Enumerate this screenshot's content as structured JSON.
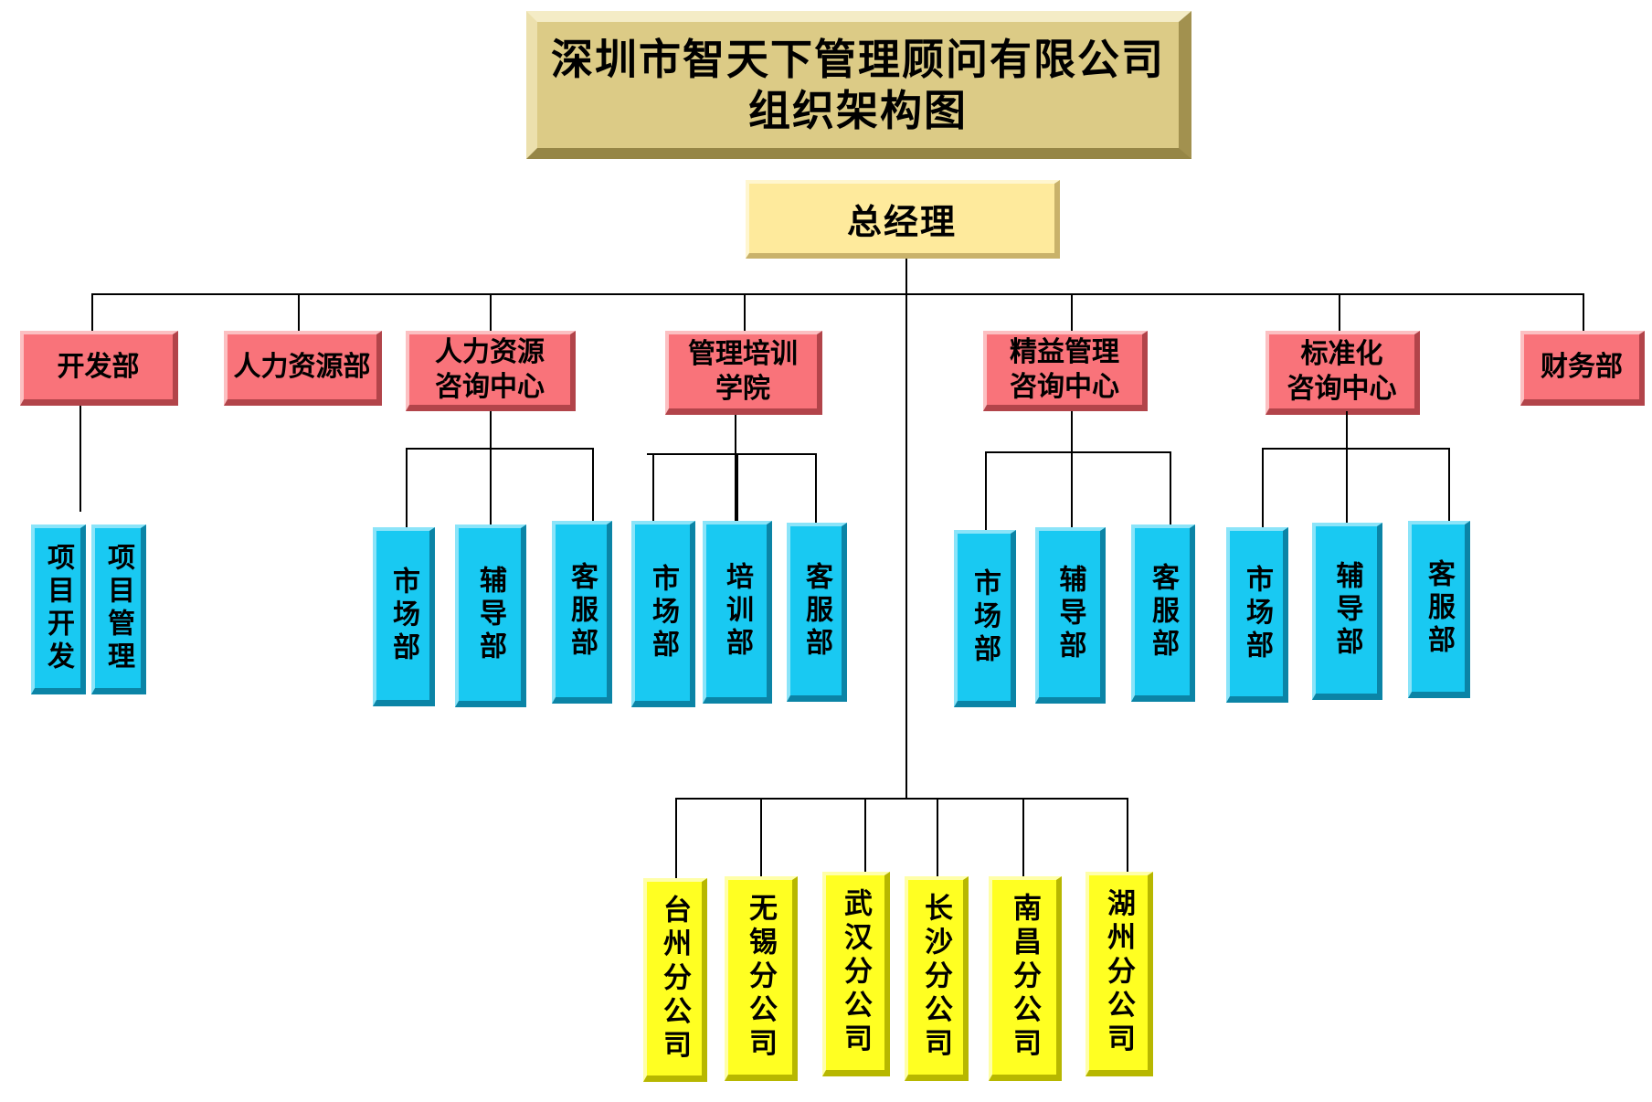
{
  "title": {
    "line1": "深圳市智天下管理顾问有限公司",
    "line2": "组织架构图"
  },
  "gm": "总经理",
  "departments": [
    {
      "name": "开发部",
      "subs": [
        "项目开发",
        "项目管理"
      ]
    },
    {
      "name": "人力资源部",
      "subs": []
    },
    {
      "name": "人力资源\n咨询中心",
      "subs": [
        "市场部",
        "辅导部",
        "客服部"
      ]
    },
    {
      "name": "管理培训\n学院",
      "subs": [
        "市场部",
        "培训部",
        "客服部"
      ]
    },
    {
      "name": "精益管理\n咨询中心",
      "subs": [
        "市场部",
        "辅导部",
        "客服部"
      ]
    },
    {
      "name": "标准化\n咨询中心",
      "subs": [
        "市场部",
        "辅导部",
        "客服部"
      ]
    },
    {
      "name": "财务部",
      "subs": []
    }
  ],
  "branches": [
    "台州分公司",
    "无锡分公司",
    "武汉分公司",
    "长沙分公司",
    "南昌分公司",
    "湖州分公司"
  ],
  "colors": {
    "dept": "#f9737a",
    "sub": "#19c9f2",
    "branch": "#ffff22",
    "gm": "#feea9c",
    "title": "#dccb86",
    "line": "#000000"
  }
}
